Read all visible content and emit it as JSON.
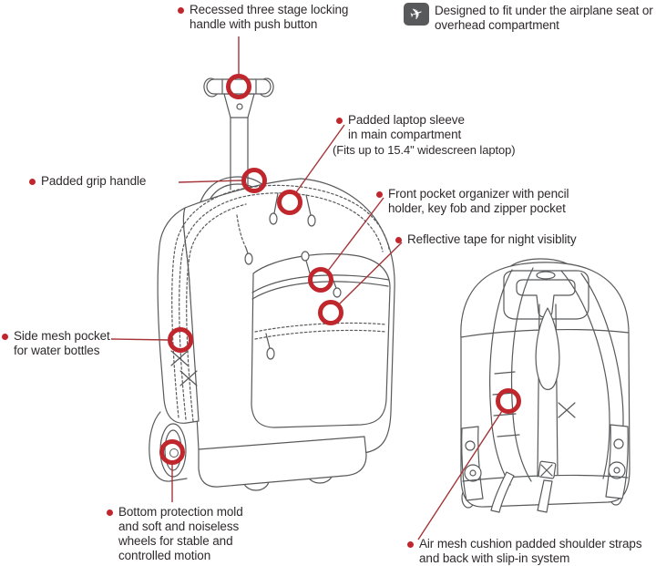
{
  "colors": {
    "marker_red": "#c0272d",
    "leader_line_red": "#a53438",
    "line_art_gray": "#58595b",
    "text_color": "#2e2a2b",
    "plane_badge_bg": "#58595b"
  },
  "airplane_note": {
    "icon_glyph": "✈",
    "lines": [
      "Designed to fit under the airplane seat or",
      "overhead compartment"
    ]
  },
  "annotations": [
    {
      "id": "recessed-handle",
      "lines": [
        "Recessed three stage locking",
        "handle with push button"
      ]
    },
    {
      "id": "laptop-sleeve",
      "lines": [
        "Padded laptop sleeve",
        "in main compartment"
      ],
      "note": "(Fits up to 15.4\" widescreen laptop)"
    },
    {
      "id": "grip-handle",
      "lines": [
        "Padded grip handle"
      ]
    },
    {
      "id": "front-pocket",
      "lines": [
        "Front pocket organizer with pencil",
        "holder, key fob and zipper pocket"
      ]
    },
    {
      "id": "reflective-tape",
      "lines": [
        "Reflective tape for night visiblity"
      ]
    },
    {
      "id": "side-mesh-pocket",
      "lines": [
        "Side mesh pocket",
        "for water bottles"
      ]
    },
    {
      "id": "bottom-wheels",
      "lines": [
        "Bottom protection mold",
        "and soft and noiseless",
        "wheels for stable and",
        "controlled motion"
      ]
    },
    {
      "id": "air-mesh-back",
      "lines": [
        "Air mesh cushion padded shoulder straps",
        "and back with slip-in system"
      ]
    }
  ]
}
